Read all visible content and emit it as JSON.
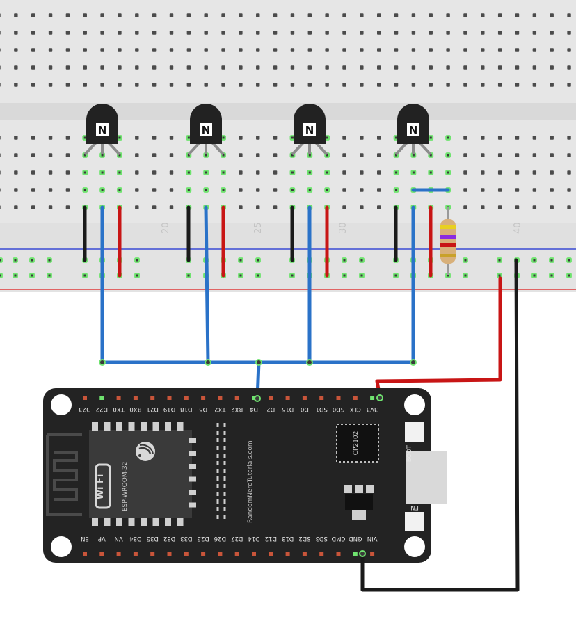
{
  "breadboard": {
    "column_numbers": [
      "20",
      "25",
      "30",
      "40"
    ]
  },
  "transistors": [
    {
      "label": "N"
    },
    {
      "label": "N"
    },
    {
      "label": "N"
    },
    {
      "label": "N"
    }
  ],
  "board": {
    "module_label": "ESP-WROOM-32",
    "wifi_logo": "Wi Fi",
    "brand_text": "RandomNerdTutorials.com",
    "chip_label": "CP2102",
    "boot_label": "BOOT",
    "en_label": "EN",
    "top_pins": [
      "D23",
      "D22",
      "TX0",
      "RX0",
      "D21",
      "D19",
      "D18",
      "D5",
      "TX2",
      "RX2",
      "D4",
      "D2",
      "D15",
      "D0",
      "SD1",
      "SD0",
      "CLK",
      "3V3"
    ],
    "bottom_pins": [
      "EN",
      "VP",
      "VN",
      "D34",
      "D35",
      "D32",
      "D33",
      "D25",
      "D26",
      "D27",
      "D14",
      "D12",
      "D13",
      "SD2",
      "SD3",
      "CMD",
      "GND",
      "VIN"
    ]
  },
  "colors": {
    "breadboard": "#e8e8e8",
    "wire_blue": "#2a72c8",
    "wire_red": "#c81515",
    "wire_black": "#1a1a1a",
    "board": "#232323",
    "rail_blue_line": "#3a4bd4",
    "rail_red_line": "#e03a3a"
  }
}
